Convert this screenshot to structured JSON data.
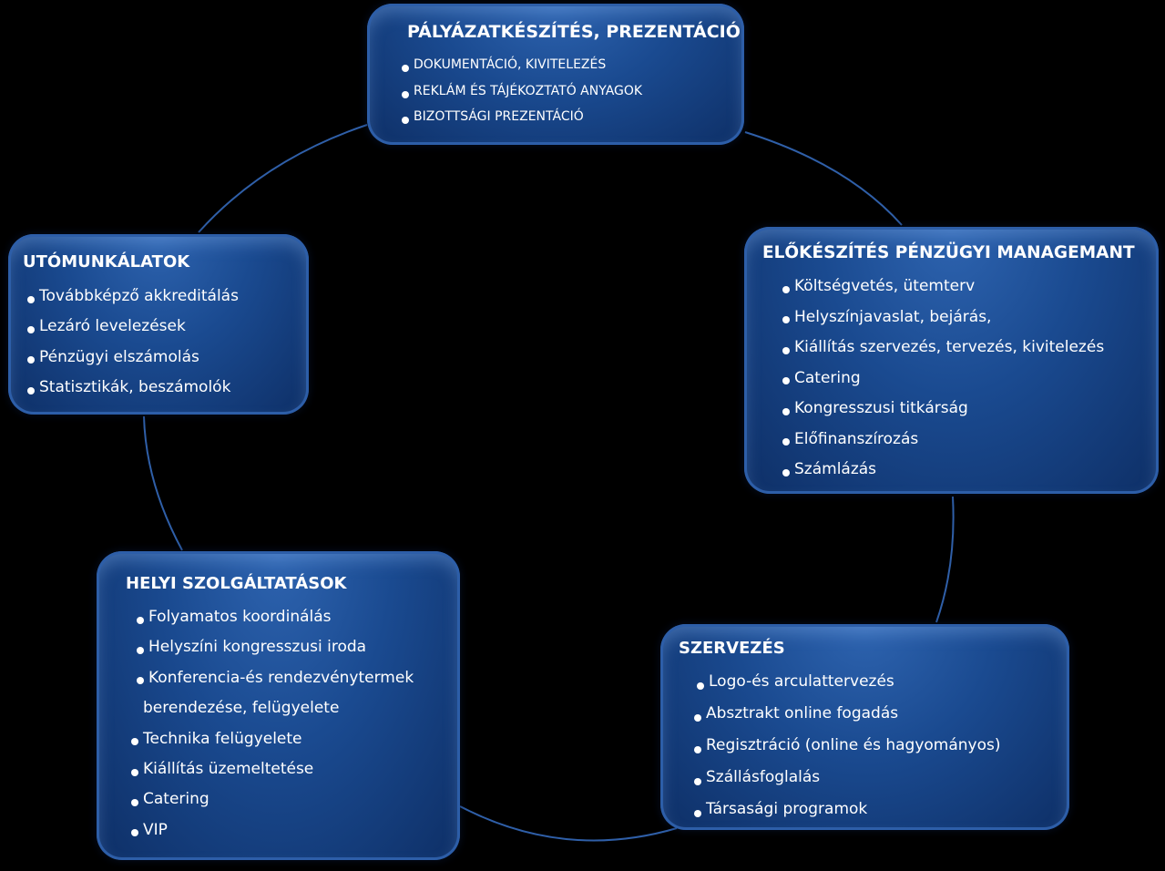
{
  "boxes": {
    "top": {
      "title": "PÁLYÁZATKÉSZÍTÉS, PREZENTÁCIÓ",
      "items": [
        "DOKUMENTÁCIÓ, KIVITELEZÉS",
        "REKLÁM ÉS TÁJÉKOZTATÓ ANYAGOK",
        "BIZOTTSÁGI PREZENTÁCIÓ"
      ]
    },
    "right": {
      "title": "ELŐKÉSZÍTÉS PÉNZÜGYI  MANAGEMANT",
      "items": [
        "Költségvetés, ütemterv",
        "Helyszínjavaslat, bejárás,",
        "Kiállítás szervezés, tervezés, kivitelezés",
        "Catering",
        "Kongresszusi titkárság",
        "Előfinanszírozás",
        "Számlázás"
      ]
    },
    "bottom_right": {
      "title": "SZERVEZÉS",
      "items": [
        "Logo-és arculattervezés",
        "Absztrakt online fogadás",
        "Regisztráció (online és hagyományos)",
        "Szállásfoglalás",
        "Társasági programok"
      ]
    },
    "bottom_left": {
      "title": "HELYI SZOLGÁLTATÁSOK",
      "items": [
        "Folyamatos koordinálás",
        "Helyszíni kongresszusi iroda",
        "Konferencia-és rendezvénytermek",
        "berendezése, felügyelete",
        "Technika felügyelete",
        "Kiállítás üzemeltetése",
        "Catering",
        "VIP"
      ]
    },
    "left": {
      "title": "UTÓMUNKÁLATOK",
      "items": [
        "Továbbképző akkreditálás",
        "Lezáró levelezések",
        "Pénzügyi elszámolás",
        "Statisztikák, beszámolók"
      ]
    }
  },
  "colors": {
    "background": "#000000",
    "box_fill": "#1a4a90",
    "ring": "#2f5fa8",
    "text": "#ffffff"
  }
}
